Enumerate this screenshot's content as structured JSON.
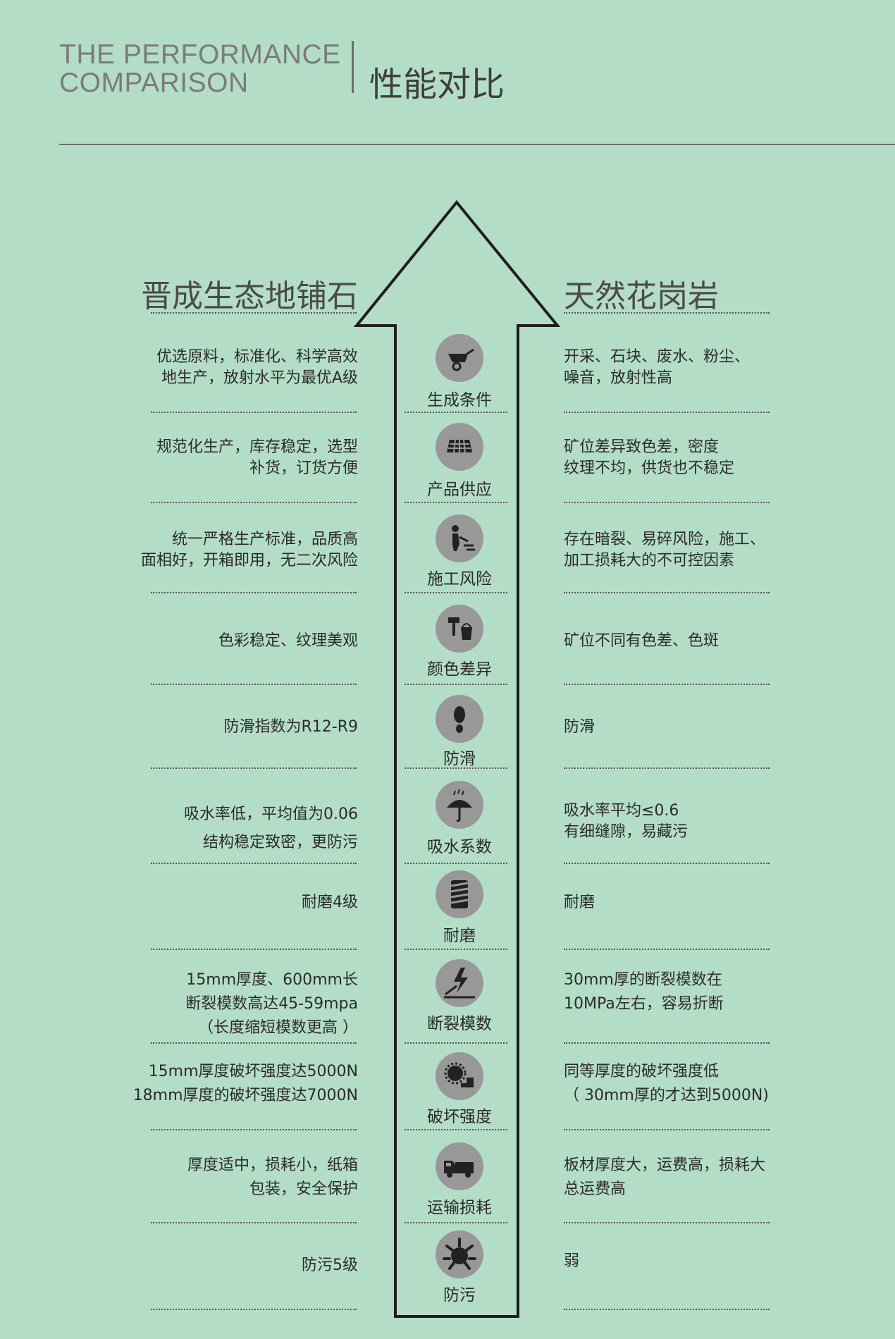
{
  "header": {
    "title_en_line1": "THE PERFORMANCE",
    "title_en_line2": "COMPARISON",
    "title_cn": "性能对比"
  },
  "columns": {
    "left_title": "晋成生态地铺石",
    "right_title": "天然花岗岩"
  },
  "rows": [
    {
      "category": "生成条件",
      "icon": "wheelbarrow-icon",
      "left": [
        "优选原料，标准化、科学高效",
        "地生产，放射水平为最优A级"
      ],
      "right": [
        "开采、石块、废水、粉尘、",
        "噪音，放射性高"
      ]
    },
    {
      "category": "产品供应",
      "icon": "tile-stack-icon",
      "left": [
        "规范化生产，库存稳定，选型",
        "补货，订货方便"
      ],
      "right": [
        "矿位差异致色差，密度",
        "纹理不均，供货也不稳定"
      ]
    },
    {
      "category": "施工风险",
      "icon": "worker-icon",
      "left": [
        "统一严格生产标准，品质高",
        "面相好，开箱即用，无二次风险"
      ],
      "right": [
        "存在暗裂、易碎风险，施工、",
        "加工损耗大的不可控因素"
      ]
    },
    {
      "category": "颜色差异",
      "icon": "paint-bucket-icon",
      "left": [
        "色彩稳定、纹理美观"
      ],
      "right": [
        "矿位不同有色差、色斑"
      ]
    },
    {
      "category": "防滑",
      "icon": "footprint-icon",
      "left": [
        "防滑指数为R12-R9"
      ],
      "right": [
        "防滑"
      ]
    },
    {
      "category": "吸水系数",
      "icon": "umbrella-rain-icon",
      "left": [
        "吸水率低，平均值为0.06",
        "结构稳定致密，更防污"
      ],
      "right": [
        "吸水率平均≤0.6",
        "有细缝隙，易藏污"
      ]
    },
    {
      "category": "耐磨",
      "icon": "grinder-icon",
      "left": [
        "耐磨4级"
      ],
      "right": [
        "耐磨"
      ]
    },
    {
      "category": "断裂模数",
      "icon": "fracture-icon",
      "left": [
        "15mm厚度、600mm长",
        "断裂模数高达45-59mpa",
        "（长度缩短模数更高 ）"
      ],
      "right": [
        "30mm厚的断裂模数在",
        "10MPa左右，容易折断"
      ]
    },
    {
      "category": "破坏强度",
      "icon": "saw-blade-icon",
      "left": [
        "15mm厚度破坏强度达5000N",
        "18mm厚度的破坏强度达7000N"
      ],
      "right": [
        "同等厚度的破坏强度低",
        "（ 30mm厚的才达到5000N)"
      ]
    },
    {
      "category": "运输损耗",
      "icon": "truck-icon",
      "left": [
        "厚度适中，损耗小，纸箱",
        "包装，安全保护"
      ],
      "right": [
        "板材厚度大，运费高，损耗大",
        "总运费高"
      ]
    },
    {
      "category": "防污",
      "icon": "splash-icon",
      "left": [
        "防污5级"
      ],
      "right": [
        "弱"
      ]
    }
  ]
}
